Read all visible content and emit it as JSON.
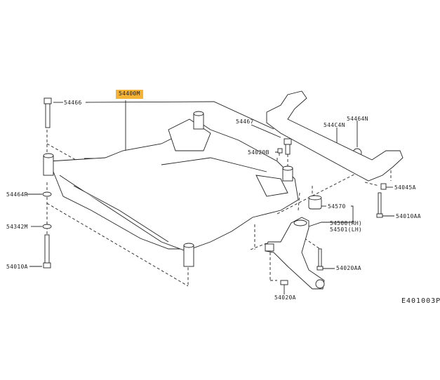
{
  "diagram": {
    "highlight_color": "#f5b335",
    "labels": {
      "front_crossmember": "54400M",
      "bolt_54466": "54466",
      "washer_54464R": "54464R",
      "washer_54342M": "54342M",
      "bolt_54010A": "54010A",
      "bolt_54467": "54467",
      "nut_54020B": "54020B",
      "stay_544C4N": "544C4N",
      "bushing_54464N": "54464N",
      "bolt_54045A": "54045A",
      "bolt_54010AA": "54010AA",
      "bushing_54570": "54570",
      "link_rh": "54500(RH)",
      "link_lh": "54501(LH)",
      "bolt_54020AA": "54020AA",
      "bolt_54020A": "54020A"
    },
    "figure_code": "E401003P"
  }
}
